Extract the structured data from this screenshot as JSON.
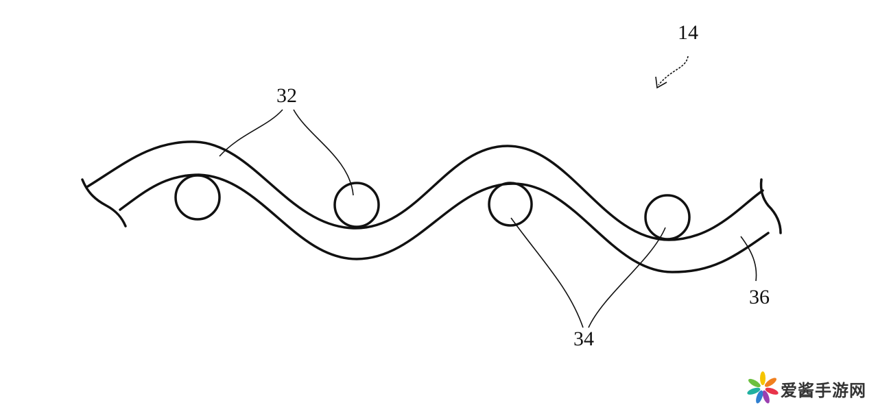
{
  "figure": {
    "labels": {
      "assembly": "14",
      "band": "32",
      "rollers": "34",
      "end": "36"
    }
  },
  "watermark": {
    "text": "爱酱手游网",
    "petal_colors": [
      "#f5c400",
      "#f07f1e",
      "#e8344a",
      "#9b3fb0",
      "#2f7fd0",
      "#20b0a0",
      "#6cc040"
    ]
  }
}
